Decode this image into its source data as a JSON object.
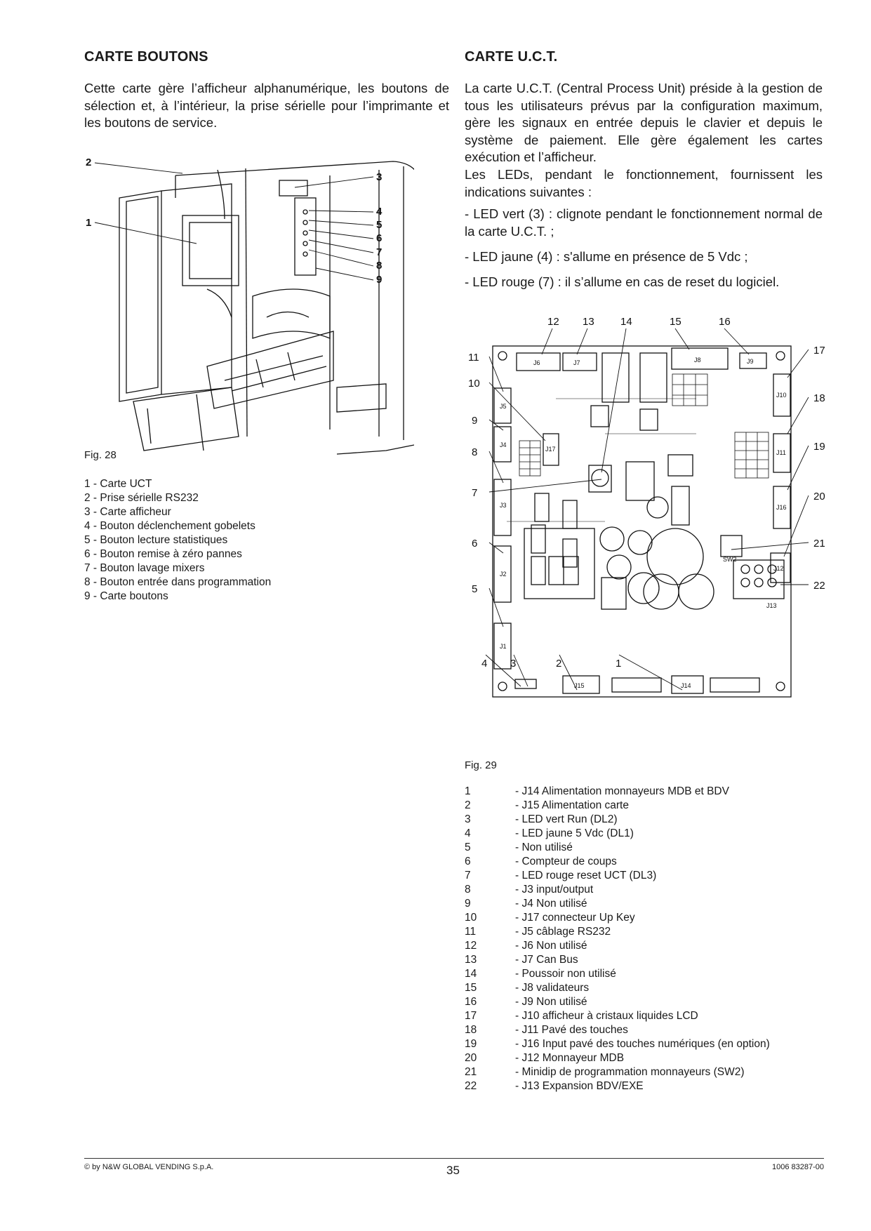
{
  "left": {
    "heading": "CARTE BOUTONS",
    "paragraph": "Cette carte gère l’afficheur alphanumérique, les boutons de sélection et, à l’intérieur, la prise sérielle pour l’imprimante et les boutons de service.",
    "figure_callouts": [
      "1",
      "2",
      "3",
      "4",
      "5",
      "6",
      "7",
      "8",
      "9"
    ],
    "fig_caption": "Fig. 28",
    "legend": [
      "1 - Carte UCT",
      "2 - Prise sérielle RS232",
      "3 - Carte afficheur",
      "4 - Bouton déclenchement gobelets",
      "5 - Bouton lecture statistiques",
      "6 - Bouton remise à zéro pannes",
      "7 - Bouton lavage mixers",
      "8 - Bouton entrée dans programmation",
      "9 - Carte boutons"
    ]
  },
  "right": {
    "heading": "CARTE U.C.T.",
    "paragraph1": "La carte U.C.T. (Central Process Unit) préside à la gestion de tous les utilisateurs prévus par la configuration maximum, gère les signaux en entrée depuis le clavier et depuis le système de paiement. Elle gère également les cartes exécution et l’afficheur.",
    "paragraph2": "Les LEDs, pendant le fonctionnement, fournissent les indications suivantes :",
    "bullet1": "- LED vert (3) : clignote pendant le fonctionnement normal de la carte U.C.T. ;",
    "bullet2": "- LED jaune (4) : s'allume en présence de 5 Vdc ;",
    "bullet3": "- LED rouge (7) : il s’allume en cas de reset du logiciel.",
    "fig_caption": "Fig. 29",
    "board_labels": {
      "top": [
        "12",
        "13",
        "14",
        "15",
        "16"
      ],
      "left": [
        "11",
        "10",
        "9",
        "8",
        "7",
        "6",
        "5"
      ],
      "right": [
        "17",
        "18",
        "19",
        "20",
        "21",
        "22"
      ],
      "bottom": [
        "4",
        "3",
        "2",
        "1"
      ],
      "connectors": [
        "J6",
        "J7",
        "J8",
        "J9",
        "J5",
        "J4",
        "J17",
        "J3",
        "J2",
        "J1",
        "J15",
        "J14",
        "J10",
        "J11",
        "J16",
        "J12",
        "J13",
        "SW2"
      ]
    },
    "legend": [
      {
        "num": "1",
        "text": "- J14 Alimentation monnayeurs MDB et BDV"
      },
      {
        "num": "2",
        "text": "- J15 Alimentation carte"
      },
      {
        "num": "3",
        "text": "- LED vert Run (DL2)"
      },
      {
        "num": "4",
        "text": "- LED jaune 5 Vdc (DL1)"
      },
      {
        "num": "5",
        "text": "- Non utilisé"
      },
      {
        "num": "6",
        "text": "- Compteur de coups"
      },
      {
        "num": "7",
        "text": "- LED rouge reset UCT (DL3)"
      },
      {
        "num": "8",
        "text": "- J3 input/output"
      },
      {
        "num": "9",
        "text": "- J4 Non utilisé"
      },
      {
        "num": "10",
        "text": "- J17 connecteur Up Key"
      },
      {
        "num": "11",
        "text": "- J5 câblage RS232"
      },
      {
        "num": "12",
        "text": "- J6 Non utilisé"
      },
      {
        "num": "13",
        "text": "- J7 Can Bus"
      },
      {
        "num": "14",
        "text": "- Poussoir non utilisé"
      },
      {
        "num": "15",
        "text": "- J8 validateurs"
      },
      {
        "num": "16",
        "text": "- J9 Non utilisé"
      },
      {
        "num": "17",
        "text": "- J10 afficheur à cristaux liquides LCD"
      },
      {
        "num": "18",
        "text": "- J11 Pavé des touches"
      },
      {
        "num": "19",
        "text": "- J16 Input pavé des touches numériques (en option)"
      },
      {
        "num": "20",
        "text": "- J12 Monnayeur MDB"
      },
      {
        "num": "21",
        "text": "- Minidip de programmation monnayeurs (SW2)"
      },
      {
        "num": "22",
        "text": "- J13 Expansion BDV/EXE"
      }
    ]
  },
  "footer": {
    "copyright": "© by N&W GLOBAL VENDING S.p.A.",
    "page_number": "35",
    "doc_code": "1006 83287-00"
  }
}
